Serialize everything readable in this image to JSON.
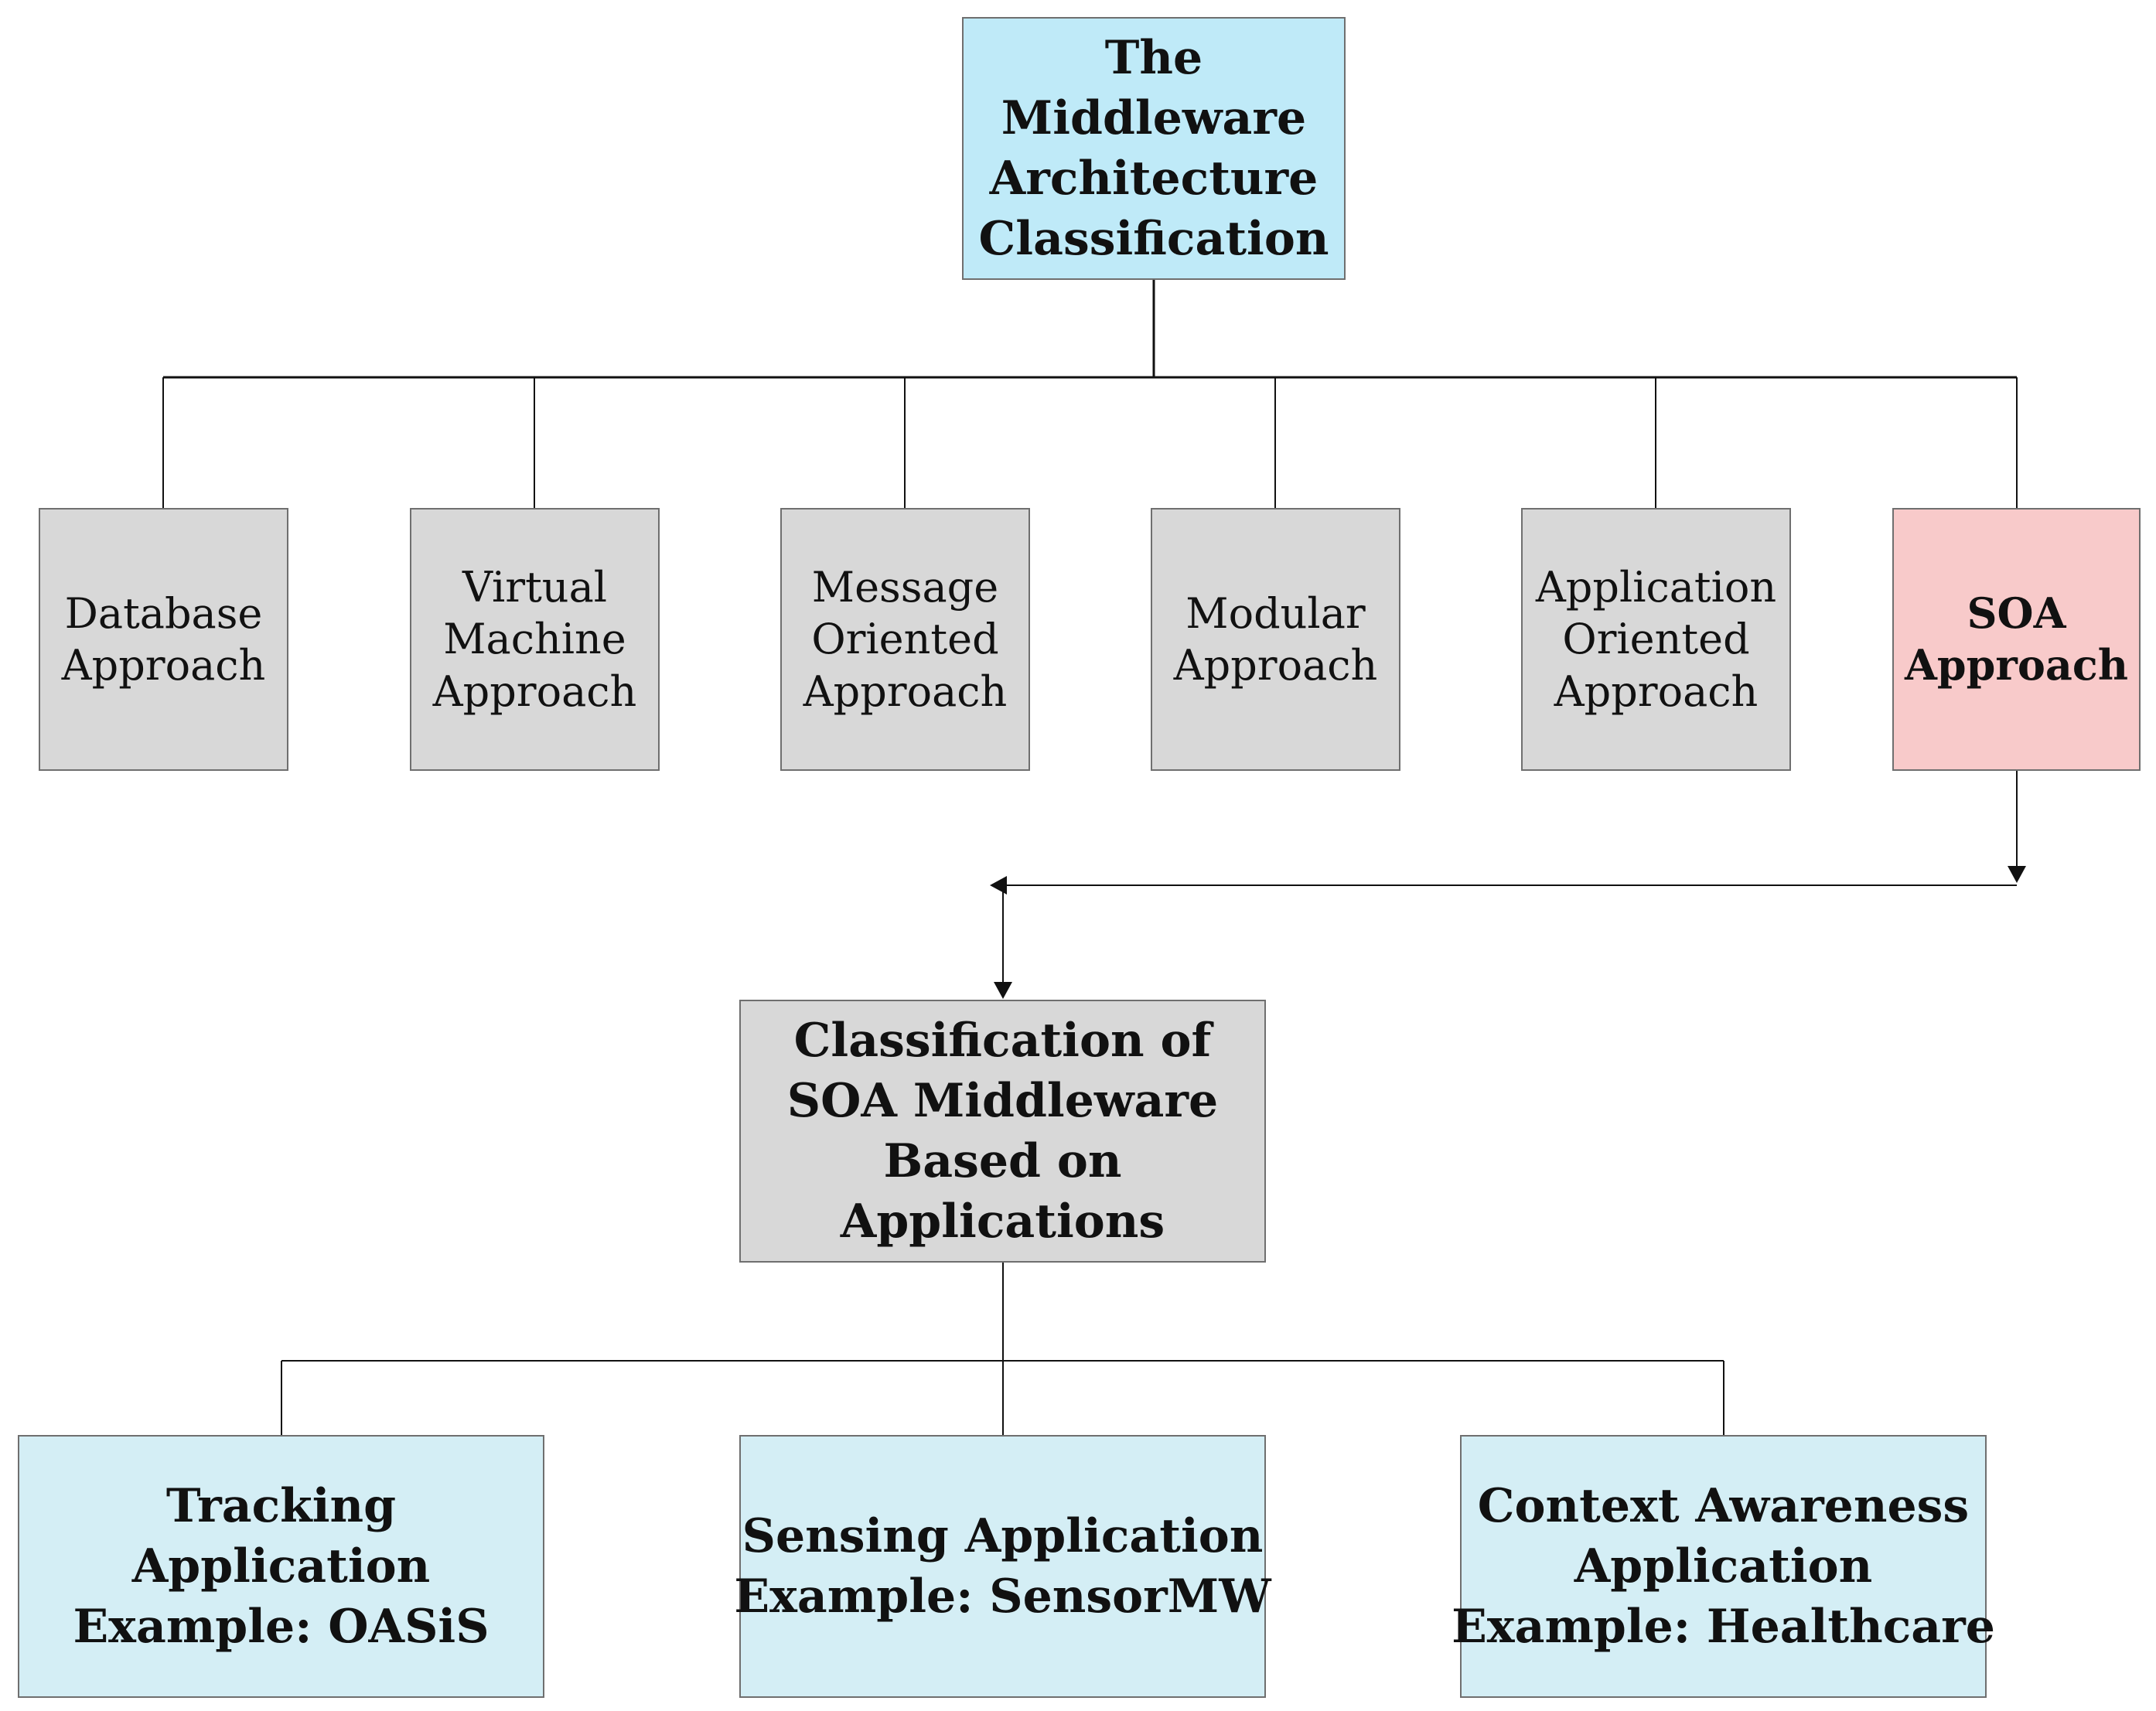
{
  "root": {
    "lines": [
      "The",
      "Middleware",
      "Architecture",
      "Classification"
    ]
  },
  "approaches": [
    {
      "lines": [
        "Database",
        "Approach"
      ]
    },
    {
      "lines": [
        "Virtual",
        "Machine",
        "Approach"
      ]
    },
    {
      "lines": [
        "Message",
        "Oriented",
        "Approach"
      ]
    },
    {
      "lines": [
        "Modular",
        "Approach"
      ]
    },
    {
      "lines": [
        "Application",
        "Oriented",
        "Approach"
      ]
    },
    {
      "lines": [
        "SOA",
        "Approach"
      ]
    }
  ],
  "soa_classification": {
    "lines": [
      "Classification of",
      "SOA Middleware",
      "Based on",
      "Applications"
    ]
  },
  "applications": [
    {
      "lines": [
        "Tracking",
        "Application",
        "Example: OASiS"
      ]
    },
    {
      "lines": [
        "Sensing Application",
        "Example: SensorMW"
      ]
    },
    {
      "lines": [
        "Context Awareness",
        "Application",
        "Example: Healthcare"
      ]
    }
  ],
  "colors": {
    "root_fill": "#bfeaf8",
    "approach_fill": "#d8d8d8",
    "soa_highlight_fill": "#f8caca",
    "application_fill": "#d4eef5",
    "line_color": "#111111"
  }
}
